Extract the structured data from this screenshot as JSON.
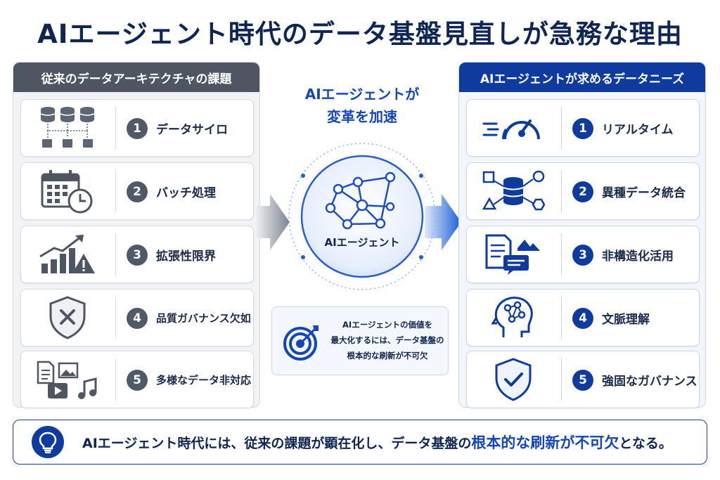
{
  "title": "AIエージェント時代のデータ基盤見直しが急務な理由",
  "left_panel": {
    "header": "従来のデータアーキテクチャの課題",
    "items": [
      {
        "num": "1",
        "label": "データサイロ",
        "icon": "database-silo-icon"
      },
      {
        "num": "2",
        "label": "バッチ処理",
        "icon": "calendar-clock-icon"
      },
      {
        "num": "3",
        "label": "拡張性限界",
        "icon": "growth-warning-icon"
      },
      {
        "num": "4",
        "label": "品質ガバナンス欠如",
        "icon": "shield-x-icon"
      },
      {
        "num": "5",
        "label": "多様なデータ非対応",
        "icon": "media-files-icon"
      }
    ]
  },
  "center": {
    "headline_line1": "AIエージェントが",
    "headline_line2": "変革を加速",
    "agent_label": "AIエージェント",
    "note_lines": [
      "AIエージェントの価値を",
      "最大化するには、データ基盤の",
      "根本的な刷新が不可欠"
    ],
    "note_icon": "target-icon"
  },
  "right_panel": {
    "header": "AIエージェントが求めるデータニーズ",
    "items": [
      {
        "num": "1",
        "label": "リアルタイム",
        "icon": "speedometer-icon"
      },
      {
        "num": "2",
        "label": "異種データ統合",
        "icon": "data-integration-icon"
      },
      {
        "num": "3",
        "label": "非構造化活用",
        "icon": "document-chat-icon"
      },
      {
        "num": "4",
        "label": "文脈理解",
        "icon": "head-network-icon"
      },
      {
        "num": "5",
        "label": "強固なガバナンス",
        "icon": "shield-check-icon"
      }
    ]
  },
  "bottom": {
    "msg_prefix": "AIエージェント時代には、従来の課題が顕在化し、データ基盤の",
    "msg_highlight": "根本的な刷新が不可欠",
    "msg_suffix": "となる。",
    "icon": "lightbulb-icon"
  },
  "colors": {
    "navy": "#0f2554",
    "blue": "#1446b8",
    "dark_blue": "#0f3a9e",
    "gray_header": "#4d5662"
  }
}
